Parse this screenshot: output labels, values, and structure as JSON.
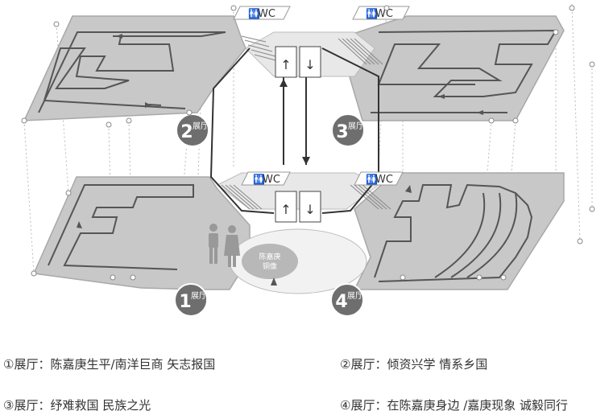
{
  "halls": [
    {
      "num": "1",
      "label": "展厅"
    },
    {
      "num": "2",
      "label": "展厅"
    },
    {
      "num": "3",
      "label": "展厅"
    },
    {
      "num": "4",
      "label": "展厅"
    }
  ],
  "wc": {
    "label": "WC",
    "icon": "restroom-icon"
  },
  "elevator": {
    "up": "↑",
    "down": "↓",
    "icon_up": "arrow-up-icon",
    "icon_down": "arrow-down-icon"
  },
  "statue": {
    "line1": "陈嘉庚",
    "line2": "铜像"
  },
  "legend": [
    "①展厅：陈嘉庚生平/南洋巨商 矢志报国",
    "②展厅：倾资兴学 情系乡国",
    "③展厅：纾难救国 民族之光",
    "④展厅：在陈嘉庚身边 /嘉庚现象 诚毅同行"
  ],
  "colors": {
    "floor": "#c8c8c8",
    "floor_edge": "#a8a8a8",
    "path": "#555555",
    "badge": "#6e6e6e",
    "column_line": "#bbbbbb"
  }
}
